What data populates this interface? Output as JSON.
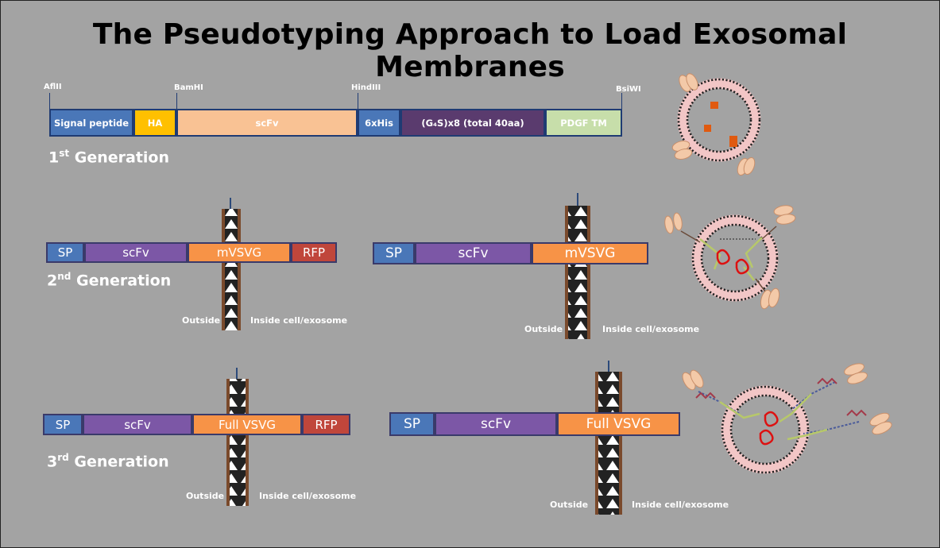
{
  "title": "The Pseudotyping Approach to Load Exosomal Membranes",
  "restriction_sites": [
    "AflII",
    "BamHI",
    "HindIII",
    "BsiWI"
  ],
  "gen1": {
    "label_prefix": "1",
    "label_sup": "st",
    "label_suffix": " Generation",
    "segments": [
      "Signal peptide",
      "HA",
      "scFv",
      "6xHis",
      "(G₄S)x8 (total 40aa)",
      "PDGF TM"
    ]
  },
  "gen2": {
    "label_prefix": "2",
    "label_sup": "nd",
    "label_suffix": " Generation",
    "left_segments": [
      "SP",
      "scFv",
      "mVSVG",
      "RFP"
    ],
    "right_segments": [
      "SP",
      "scFv",
      "mVSVG"
    ]
  },
  "gen3": {
    "label_prefix": "3",
    "label_sup": "rd",
    "label_suffix": " Generation",
    "left_segments": [
      "SP",
      "scFv",
      "Full VSVG",
      "RFP"
    ],
    "right_segments": [
      "SP",
      "scFv",
      "Full VSVG"
    ]
  },
  "membrane_labels": {
    "outside": "Outside",
    "inside": "Inside cell/exosome"
  },
  "colors": {
    "background": "#a3a3a3",
    "signal_peptide": "#4a77b8",
    "ha": "#ffc000",
    "scfv_gen1": "#f9c294",
    "his": "#4a77b8",
    "linker": "#5a3b6e",
    "pdgf_tm": "#c7deaa",
    "scfv": "#7c57a6",
    "vsvg": "#f79347",
    "rfp": "#c0463b",
    "membrane": "#7a4a2c",
    "vesicle_lipid": "#f2c6c6",
    "antibody": "#f3c9a8"
  }
}
